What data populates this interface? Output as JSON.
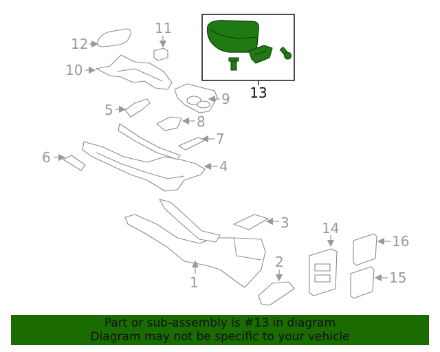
{
  "callouts": {
    "n1": "1",
    "n2": "2",
    "n3": "3",
    "n4": "4",
    "n5": "5",
    "n6": "6",
    "n7": "7",
    "n8": "8",
    "n9": "9",
    "n10": "10",
    "n11": "11",
    "n12": "12",
    "n13": "13",
    "n14": "14",
    "n15": "15",
    "n16": "16"
  },
  "highlight_color": "#1a6b00",
  "banner": {
    "line1": "Part or sub-assembly is #13 in diagram",
    "line2": "Diagram may not be specific to your vehicle"
  }
}
